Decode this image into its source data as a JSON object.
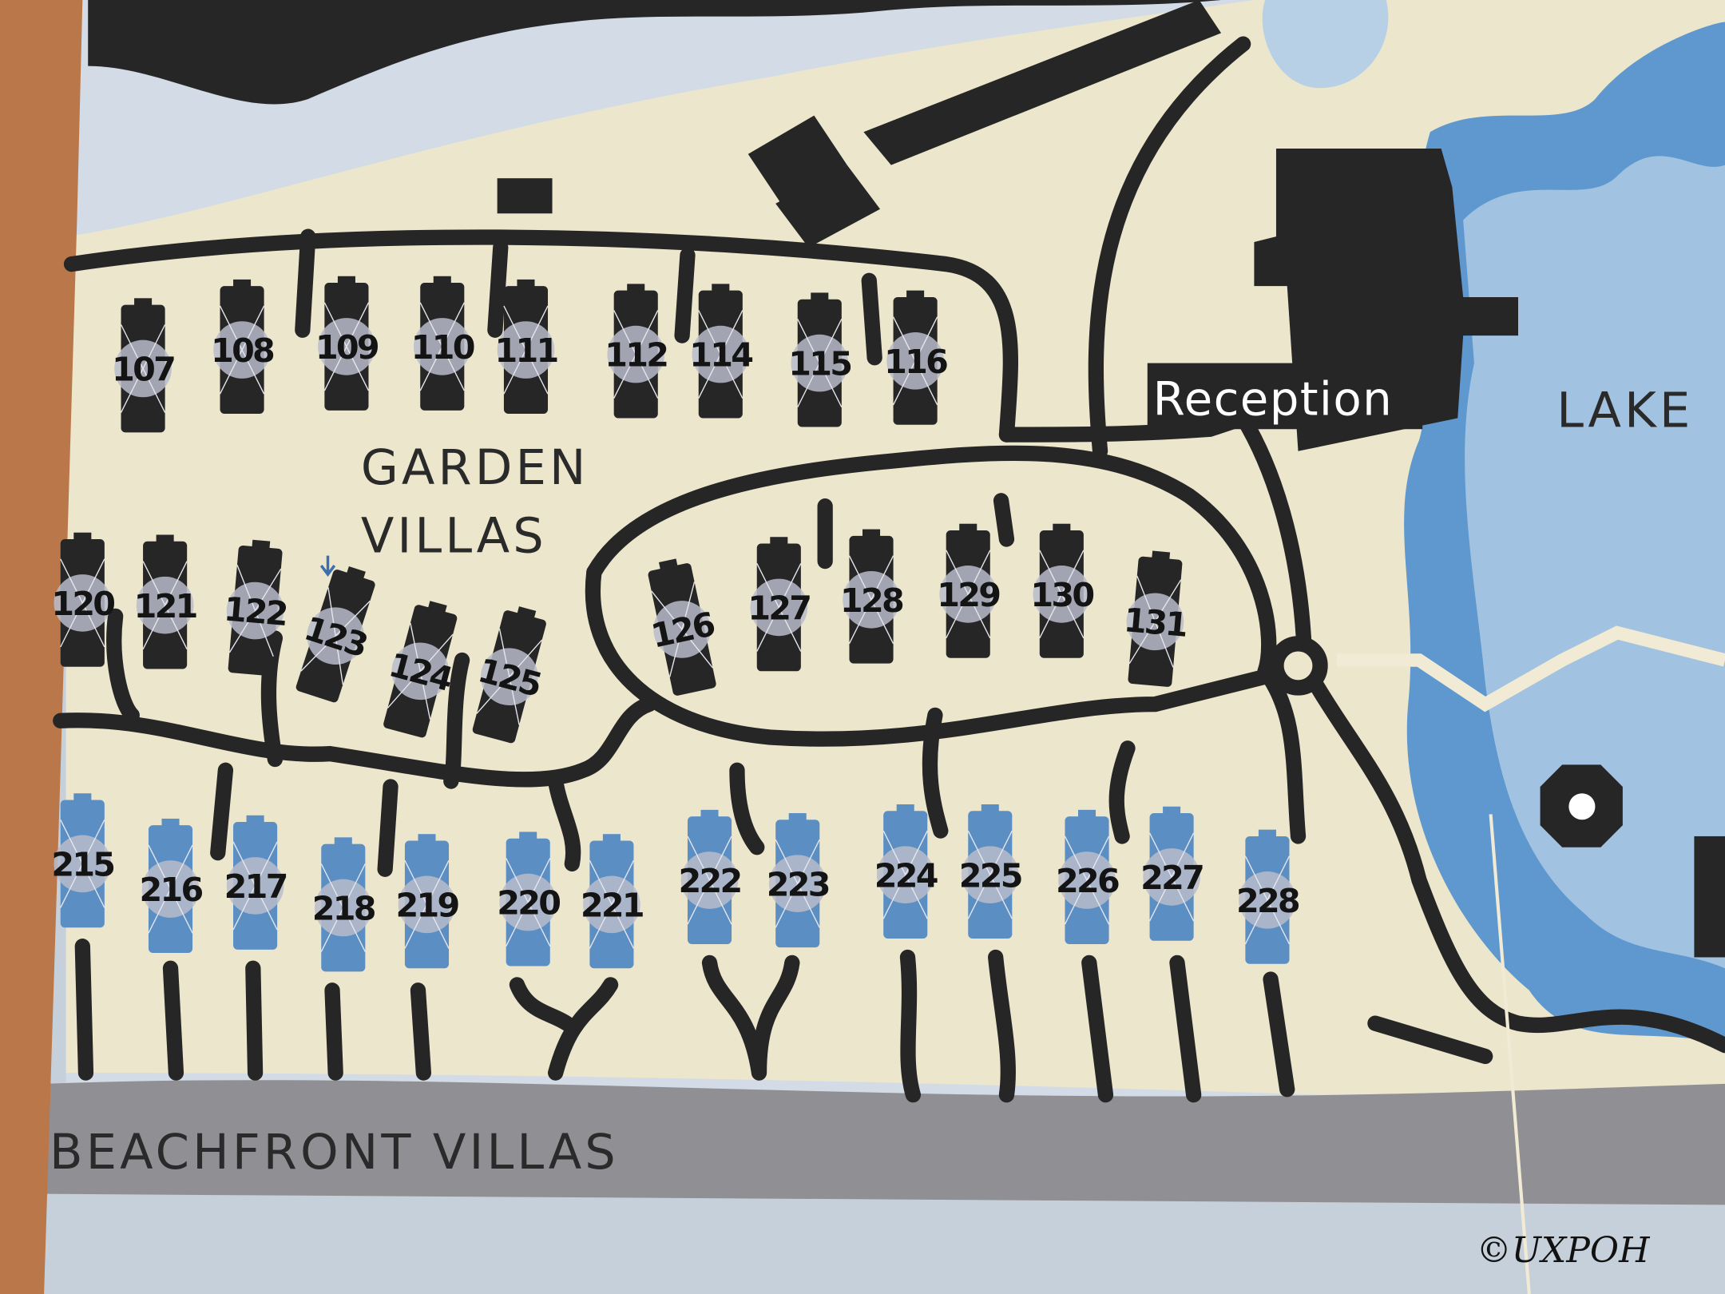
{
  "map": {
    "areas": {
      "garden_line1": "GARDEN",
      "garden_line2": "VILLAS",
      "beachfront": "BEACHFRONT VILLAS",
      "lake": "LAKE",
      "reception": "Reception"
    },
    "garden_villas_row1": [
      "107",
      "108",
      "109",
      "110",
      "111",
      "112",
      "114",
      "115",
      "116"
    ],
    "garden_villas_row2": [
      "120",
      "121",
      "122",
      "123",
      "124",
      "125",
      "126",
      "127",
      "128",
      "129",
      "130",
      "131"
    ],
    "beachfront_villas": [
      "215",
      "216",
      "217",
      "218",
      "219",
      "220",
      "221",
      "222",
      "223",
      "224",
      "225",
      "226",
      "227",
      "228"
    ],
    "watermark": "©UXPOH",
    "colors": {
      "land": "#ece6cc",
      "building": "#262626",
      "beach_villa": "#5b8fc4",
      "lake_deep": "#5e98cf",
      "lake_light": "#b8d0e6",
      "sand": "#8f8f94",
      "sea": "#c6d0da"
    }
  }
}
